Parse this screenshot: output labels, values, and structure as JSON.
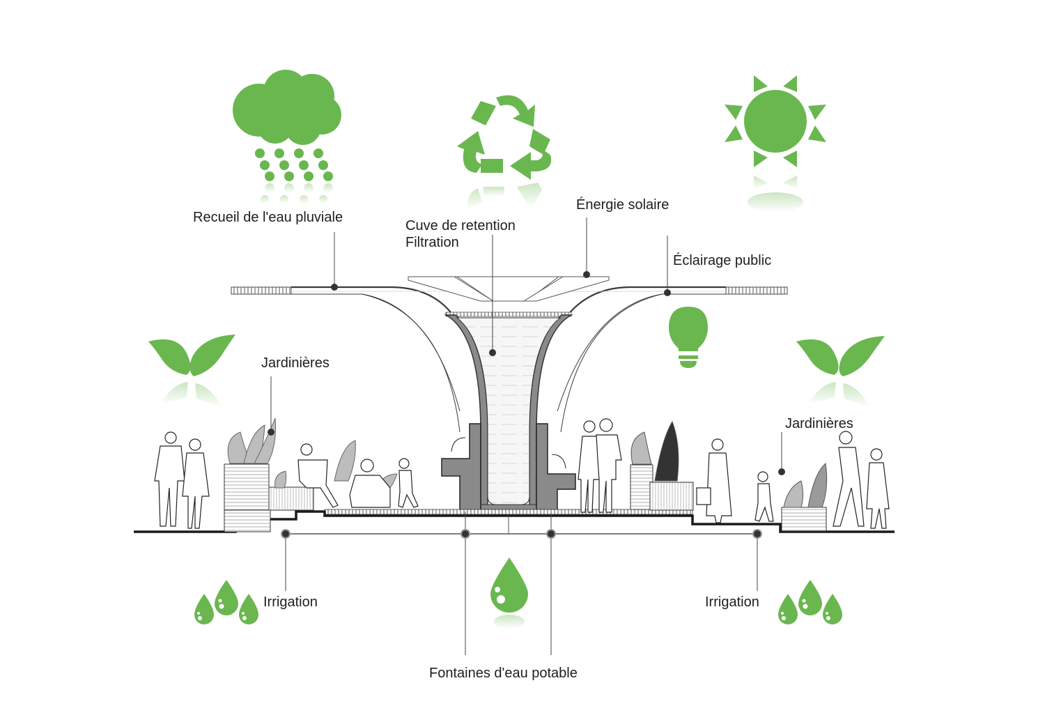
{
  "diagram": {
    "accent_color": "#6ab750",
    "line_color": "#3a3a3a",
    "labels": {
      "rainwater": "Recueil de l'eau pluviale",
      "tank_line1": "Cuve de retention",
      "tank_line2": "Filtration",
      "solar": "Énergie solaire",
      "lighting": "Éclairage public",
      "planters_left": "Jardinières",
      "planters_right": "Jardinières",
      "irrigation_left": "Irrigation",
      "irrigation_right": "Irrigation",
      "fountains": "Fontaines d'eau potable"
    },
    "icons": [
      {
        "id": "rain-cloud",
        "meaning": "rainwater collection"
      },
      {
        "id": "recycle",
        "meaning": "filtration / recycling"
      },
      {
        "id": "sun",
        "meaning": "solar energy"
      },
      {
        "id": "light-bulb",
        "meaning": "public lighting"
      },
      {
        "id": "leaves-left",
        "meaning": "planters"
      },
      {
        "id": "leaves-right",
        "meaning": "planters"
      },
      {
        "id": "water-drops-left",
        "meaning": "irrigation"
      },
      {
        "id": "water-drops-right",
        "meaning": "irrigation"
      },
      {
        "id": "water-drop-center",
        "meaning": "drinking fountains"
      }
    ]
  }
}
